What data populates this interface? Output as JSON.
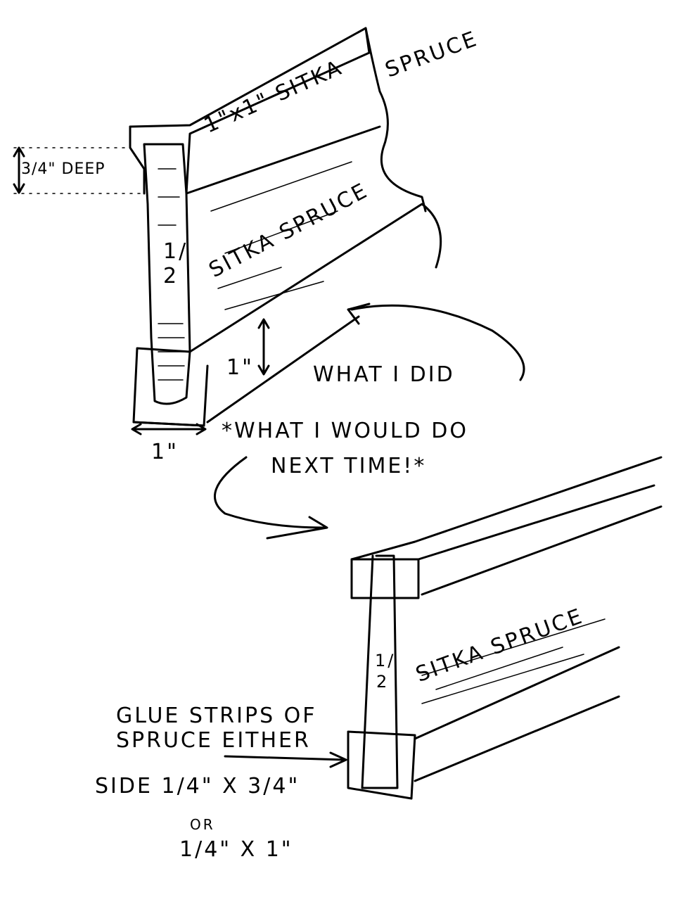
{
  "top_drawing": {
    "top_board_label_1": "1\"x1\" SITKA",
    "top_board_label_2": "SPRUCE",
    "depth_label": "3/4\" DEEP",
    "web_label": "SITKA SPRUCE",
    "web_thickness_top": "1/",
    "web_thickness_bottom": "2",
    "height_label": "1\"",
    "width_label": "1\"",
    "caption": "WHAT I DID"
  },
  "bottom_drawing": {
    "caption_line_1": "*WHAT I WOULD DO",
    "caption_line_2": "NEXT TIME!*",
    "web_label": "SITKA SPRUCE",
    "web_thickness_top": "1/",
    "web_thickness_bottom": "2",
    "note_line_1": "GLUE STRIPS OF",
    "note_line_2": "SPRUCE EITHER",
    "note_line_3": "SIDE 1/4\" X 3/4\"",
    "note_line_4": "OR",
    "note_line_5": "1/4\" X 1\""
  }
}
